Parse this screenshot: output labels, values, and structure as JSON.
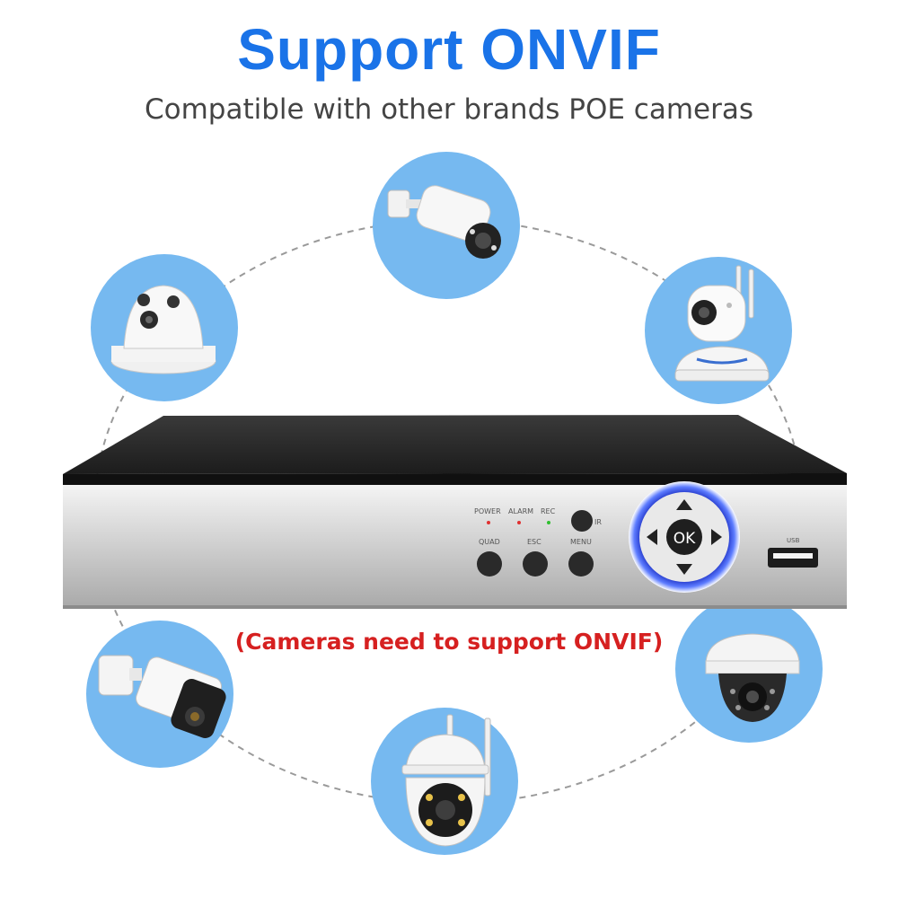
{
  "header": {
    "title": "Support ONVIF",
    "subtitle": "Compatible with other brands POE cameras"
  },
  "note": "(Cameras need to support ONVIF)",
  "nvr": {
    "indicators": [
      "POWER",
      "ALARM",
      "REC"
    ],
    "ir_label": "IR",
    "buttons": [
      "QUAD",
      "ESC",
      "MENU"
    ],
    "ok_label": "OK",
    "usb_label": "USB"
  },
  "colors": {
    "title_blue": "#1a73e8",
    "circle_blue": "#76b9f0",
    "note_red": "#d62020",
    "ring_blue": "#3b4fd8"
  },
  "cameras": [
    {
      "icon": "bullet-camera-icon"
    },
    {
      "icon": "dome-camera-icon"
    },
    {
      "icon": "wifi-pan-tilt-camera-icon"
    },
    {
      "icon": "bullet-camera-icon"
    },
    {
      "icon": "dome-camera-icon"
    },
    {
      "icon": "ptz-wifi-camera-icon"
    }
  ]
}
